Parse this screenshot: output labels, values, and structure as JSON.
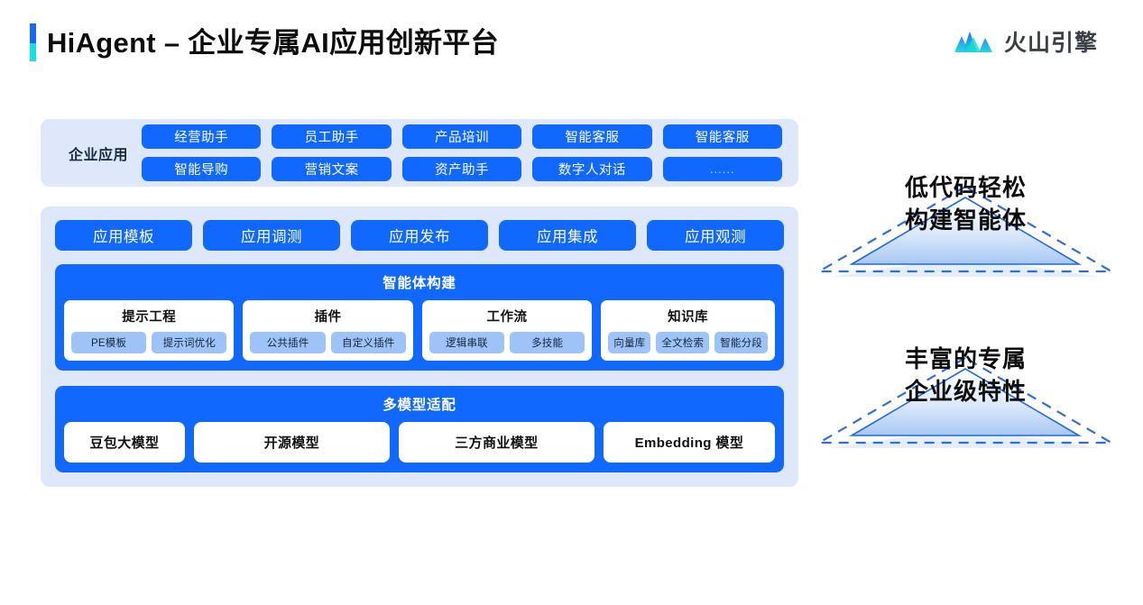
{
  "header": {
    "title": "HiAgent – 企业专属AI应用创新平台",
    "accent_top_color": "#1668f5",
    "accent_bottom_color": "#16e0e0",
    "brand": {
      "name": "火山引擎",
      "logo_icon": "volcano-mountain-icon",
      "logo_color_primary": "#1668f5",
      "logo_color_secondary": "#1fe0d0"
    }
  },
  "colors": {
    "panel_bg": "#dee8fa",
    "primary_blue": "#1068ff",
    "chip_blue": "#9ec4f7",
    "text_dark": "#101010"
  },
  "diagram": {
    "apps_panel": {
      "label": "企业应用",
      "buttons": [
        "经营助手",
        "员工助手",
        "产品培训",
        "智能客服",
        "智能客服",
        "智能导购",
        "营销文案",
        "资产助手",
        "数字人对话",
        "......"
      ]
    },
    "platform_panel": {
      "capabilities": [
        "应用模板",
        "应用调测",
        "应用发布",
        "应用集成",
        "应用观测"
      ],
      "agent_build": {
        "title": "智能体构建",
        "cards": [
          {
            "title": "提示工程",
            "chips": [
              "PE模板",
              "提示词优化"
            ]
          },
          {
            "title": "插件",
            "chips": [
              "公共插件",
              "自定义插件"
            ]
          },
          {
            "title": "工作流",
            "chips": [
              "逻辑串联",
              "多技能"
            ]
          },
          {
            "title": "知识库",
            "chips": [
              "向量库",
              "全文检索",
              "智能分段"
            ]
          }
        ]
      },
      "models": {
        "title": "多模型适配",
        "cards": [
          "豆包大模型",
          "开源模型",
          "三方商业模型",
          "Embedding 模型"
        ]
      }
    }
  },
  "callouts": [
    {
      "line1": "低代码轻松",
      "line2": "构建智能体"
    },
    {
      "line1": "丰富的专属",
      "line2": "企业级特性"
    }
  ]
}
